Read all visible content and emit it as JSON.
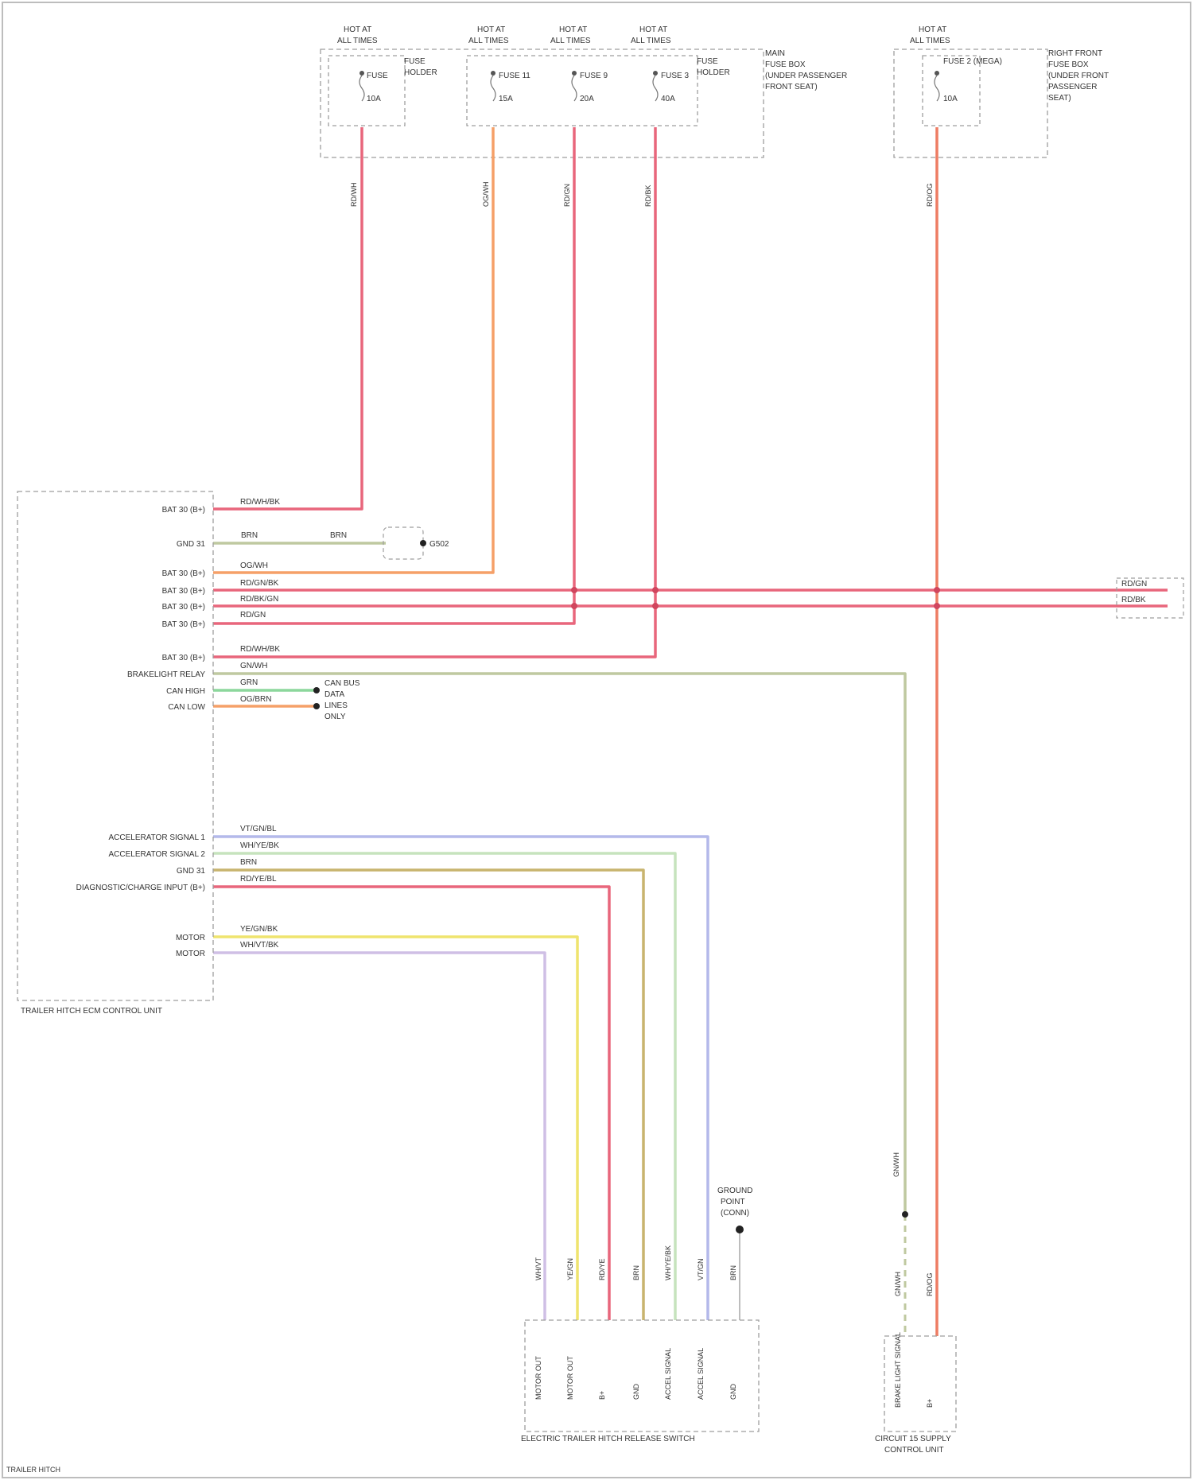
{
  "fuse_boxes": [
    {
      "id": "fb1",
      "header": [
        "HOT AT",
        "ALL TIMES"
      ],
      "fuse": "FUSE",
      "amp": "10A",
      "label": [
        "FUSE",
        "HOLDER"
      ],
      "wire_color": "RD/WH"
    },
    {
      "id": "fb2",
      "header": [
        "HOT AT",
        "ALL TIMES"
      ],
      "fuse": "FUSE 11",
      "amp": "15A",
      "wire_color": "OG/WH"
    },
    {
      "id": "fb3",
      "header": [
        "HOT AT",
        "ALL TIMES"
      ],
      "fuse": "FUSE 9",
      "amp": "20A",
      "wire_color": "RD/GN"
    },
    {
      "id": "fb4",
      "header": [
        "HOT AT",
        "ALL TIMES"
      ],
      "fuse": "FUSE 3",
      "amp": "40A",
      "label": [
        "FUSE",
        "HOLDER"
      ],
      "wire_color": "RD/BK"
    },
    {
      "id": "fb5",
      "header": [
        "HOT AT",
        "ALL TIMES"
      ],
      "fuse": "FUSE 2 (MEGA)",
      "amp": "10A",
      "wire_color": "RD/OG"
    }
  ],
  "box_labels": {
    "main_fuse": [
      "MAIN",
      "FUSE BOX",
      "(UNDER PASSENGER",
      "FRONT SEAT)"
    ],
    "right_fuse": [
      "RIGHT FRONT",
      "FUSE BOX",
      "(UNDER FRONT",
      "PASSENGER",
      "SEAT)"
    ]
  },
  "module": {
    "title": "TRAILER HITCH ECM CONTROL UNIT",
    "pins": [
      {
        "label": "BAT 30 (B+)",
        "wire": "RD/WH/BK"
      },
      {
        "label": "GND 31",
        "wire": "BRN"
      },
      {
        "label": "BAT 30 (B+)",
        "wire": "OG/WH"
      },
      {
        "label": "BAT 30 (B+)",
        "wire": "RD/GN/BK"
      },
      {
        "label": "BAT 30 (B+)",
        "wire": "RD/BK/GN"
      },
      {
        "label": "BAT 30 (B+)",
        "wire": "RD/GN"
      },
      {
        "label": "BAT 30 (B+)",
        "wire": "RD/WH/BK"
      },
      {
        "label": "BRAKELIGHT RELAY",
        "wire": "GN/WH"
      },
      {
        "label": "CAN HIGH",
        "wire": "GRN"
      },
      {
        "label": "CAN LOW",
        "wire": "OG/BRN"
      },
      {
        "label": "ACCELERATOR SIGNAL 1",
        "wire": "VT/GN/BL"
      },
      {
        "label": "ACCELERATOR SIGNAL 2",
        "wire": "WH/YE/BK"
      },
      {
        "label": "GND 31",
        "wire": "BRN"
      },
      {
        "label": "DIAGNOSTIC/CHARGE INPUT (B+)",
        "wire": "RD/YE/BL"
      },
      {
        "label": "MOTOR",
        "wire": "YE/GN/BK"
      },
      {
        "label": "MOTOR",
        "wire": "WH/VT/BK"
      }
    ]
  },
  "ground_label": "G502",
  "ground_wire": [
    "BRN",
    "BRN"
  ],
  "can_dest": [
    "CAN BUS",
    "DATA",
    "LINES",
    "ONLY"
  ],
  "right_bus_labels": [
    "RD/GN",
    "RD/BK"
  ],
  "switch": {
    "title": "ELECTRIC TRAILER HITCH RELEASE SWITCH",
    "pin_wires": [
      "WH/VT",
      "YE/GN",
      "RD/YE",
      "BRN",
      "WH/YE/BK",
      "VT/GN",
      "BRN"
    ],
    "pin_labels": [
      "MOTOR OUT",
      "MOTOR OUT",
      "B+",
      "GND",
      "ACCEL SIGNAL",
      "ACCEL SIGNAL",
      "GND"
    ],
    "ground": [
      "GROUND",
      "POINT",
      "(CONN)"
    ]
  },
  "control_unit": {
    "title": [
      "CIRCUIT 15 SUPPLY",
      "CONTROL UNIT"
    ],
    "pin_wires": [
      "GN/WH",
      "RD/OG"
    ],
    "pin_labels": [
      "BRAKE LIGHT SIGNAL",
      "B+"
    ],
    "wire_label": "GN/WH"
  },
  "footer": "TRAILER HITCH",
  "colors": {
    "red": "#e8667c",
    "orange": "#f5a068",
    "orange_red": "#ee7d64",
    "khaki": "#bfc9a0",
    "green": "#8cd79c",
    "olive": "#c8b46e",
    "lavender": "#b4b9ea",
    "lightgreen": "#c6e3bd",
    "violet": "#cfbfe5",
    "yellow": "#efe46e"
  }
}
